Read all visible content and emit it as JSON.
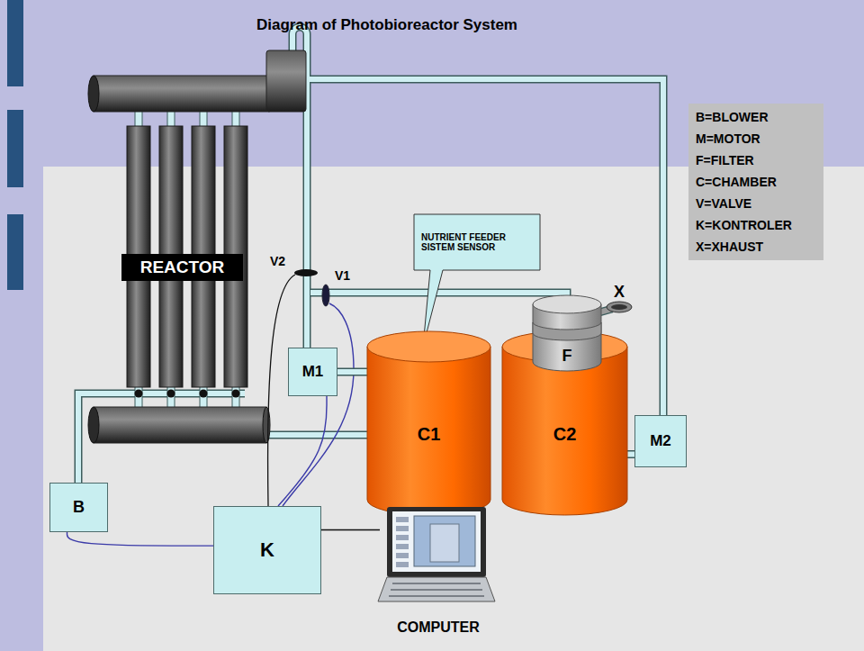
{
  "diagram": {
    "title": "Diagram of Photobioreactor System",
    "nodes": [
      {
        "text": [
          "B=BLOWER",
          "M=MOTOR",
          "F=FILTER",
          "C=CHAMBER",
          "V=VALVE",
          "K=KONTROLER",
          "X=XHAUST"
        ]
      },
      {
        "text": [
          "NUTRIENT FEEDER SISTEM SENSOR"
        ]
      },
      {
        "text": [
          "REACTOR"
        ]
      },
      {
        "text": [
          "F"
        ]
      },
      {
        "text": [
          "M1"
        ]
      },
      {
        "text": [
          "C1"
        ]
      },
      {
        "text": [
          "C2"
        ]
      },
      {
        "text": [
          "M2"
        ]
      },
      {
        "text": [
          "B"
        ]
      },
      {
        "text": [
          "K"
        ]
      },
      {
        "text": [
          "COMPUTER"
        ]
      }
    ],
    "edges": [
      {
        "from": 4,
        "to": 5,
        "arrow": "none"
      },
      {
        "from": 6,
        "to": 7,
        "arrow": "none"
      },
      {
        "from": 8,
        "to": 9,
        "arrow": "none"
      },
      {
        "from": 4,
        "to": 9,
        "arrow": "none"
      },
      {
        "from": 9,
        "to": 10,
        "arrow": "none"
      }
    ],
    "labels": [
      "V2",
      "V1",
      "X"
    ]
  }
}
